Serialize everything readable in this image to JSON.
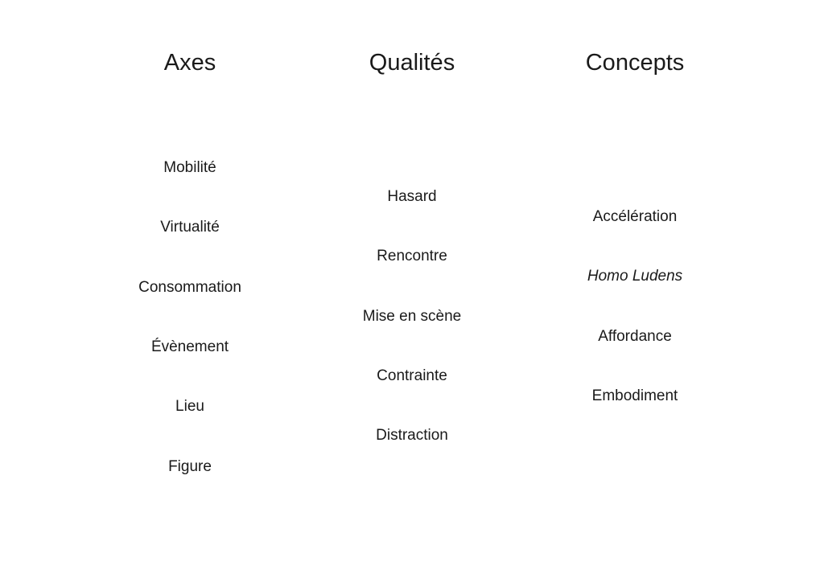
{
  "columns": [
    {
      "title": "Axes",
      "items": [
        "Mobilité",
        "Virtualité",
        "Consommation",
        "Évènement",
        "Lieu",
        "Figure"
      ]
    },
    {
      "title": "Qualités",
      "items": [
        "Hasard",
        "Rencontre",
        "Mise en scène",
        "Contrainte",
        "Distraction"
      ]
    },
    {
      "title": "Concepts",
      "items": [
        "Accélération",
        "Homo Ludens",
        "Affordance",
        "Embodiment"
      ]
    }
  ]
}
